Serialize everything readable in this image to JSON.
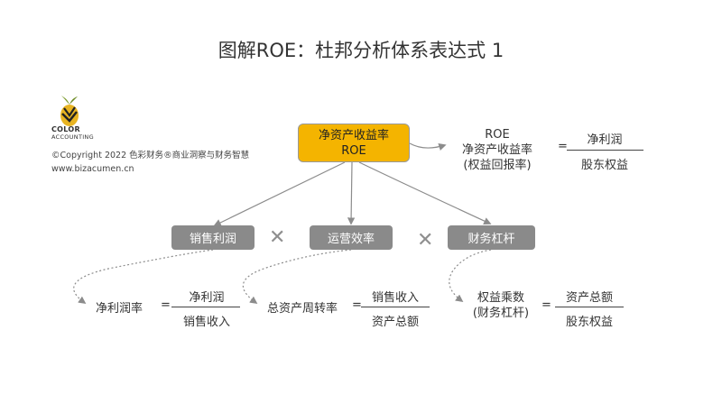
{
  "title": "图解ROE：杜邦分析体系表达式 1",
  "brand": {
    "logo_text_line1": "COLOR",
    "logo_text_line2": "ACCOUNTING",
    "copyright": "©Copyright 2022 色彩财务®商业洞察与财务智慧",
    "website": "www.bizacumen.cn"
  },
  "roe_node": {
    "line1": "净资产收益率",
    "line2": "ROE"
  },
  "roe_formula": {
    "label_line1": "ROE",
    "label_line2": "净资产收益率",
    "label_line3": "(权益回报率)",
    "equals": "=",
    "numerator": "净利润",
    "denominator": "股东权益"
  },
  "components": [
    {
      "label": "销售利润"
    },
    {
      "label": "运营效率"
    },
    {
      "label": "财务杠杆"
    }
  ],
  "multiply_symbol": "✕",
  "formulas": [
    {
      "label": "净利润率",
      "equals": "=",
      "numerator": "净利润",
      "denominator": "销售收入"
    },
    {
      "label": "总资产周转率",
      "equals": "=",
      "numerator": "销售收入",
      "denominator": "资产总额"
    },
    {
      "label_line1": "权益乘数",
      "label_line2": "(财务杠杆)",
      "equals": "=",
      "numerator": "资产总额",
      "denominator": "股东权益"
    }
  ],
  "colors": {
    "roe_box": "#f4b400",
    "component_box": "#8a8a8a",
    "connector": "#8c8c8c"
  }
}
